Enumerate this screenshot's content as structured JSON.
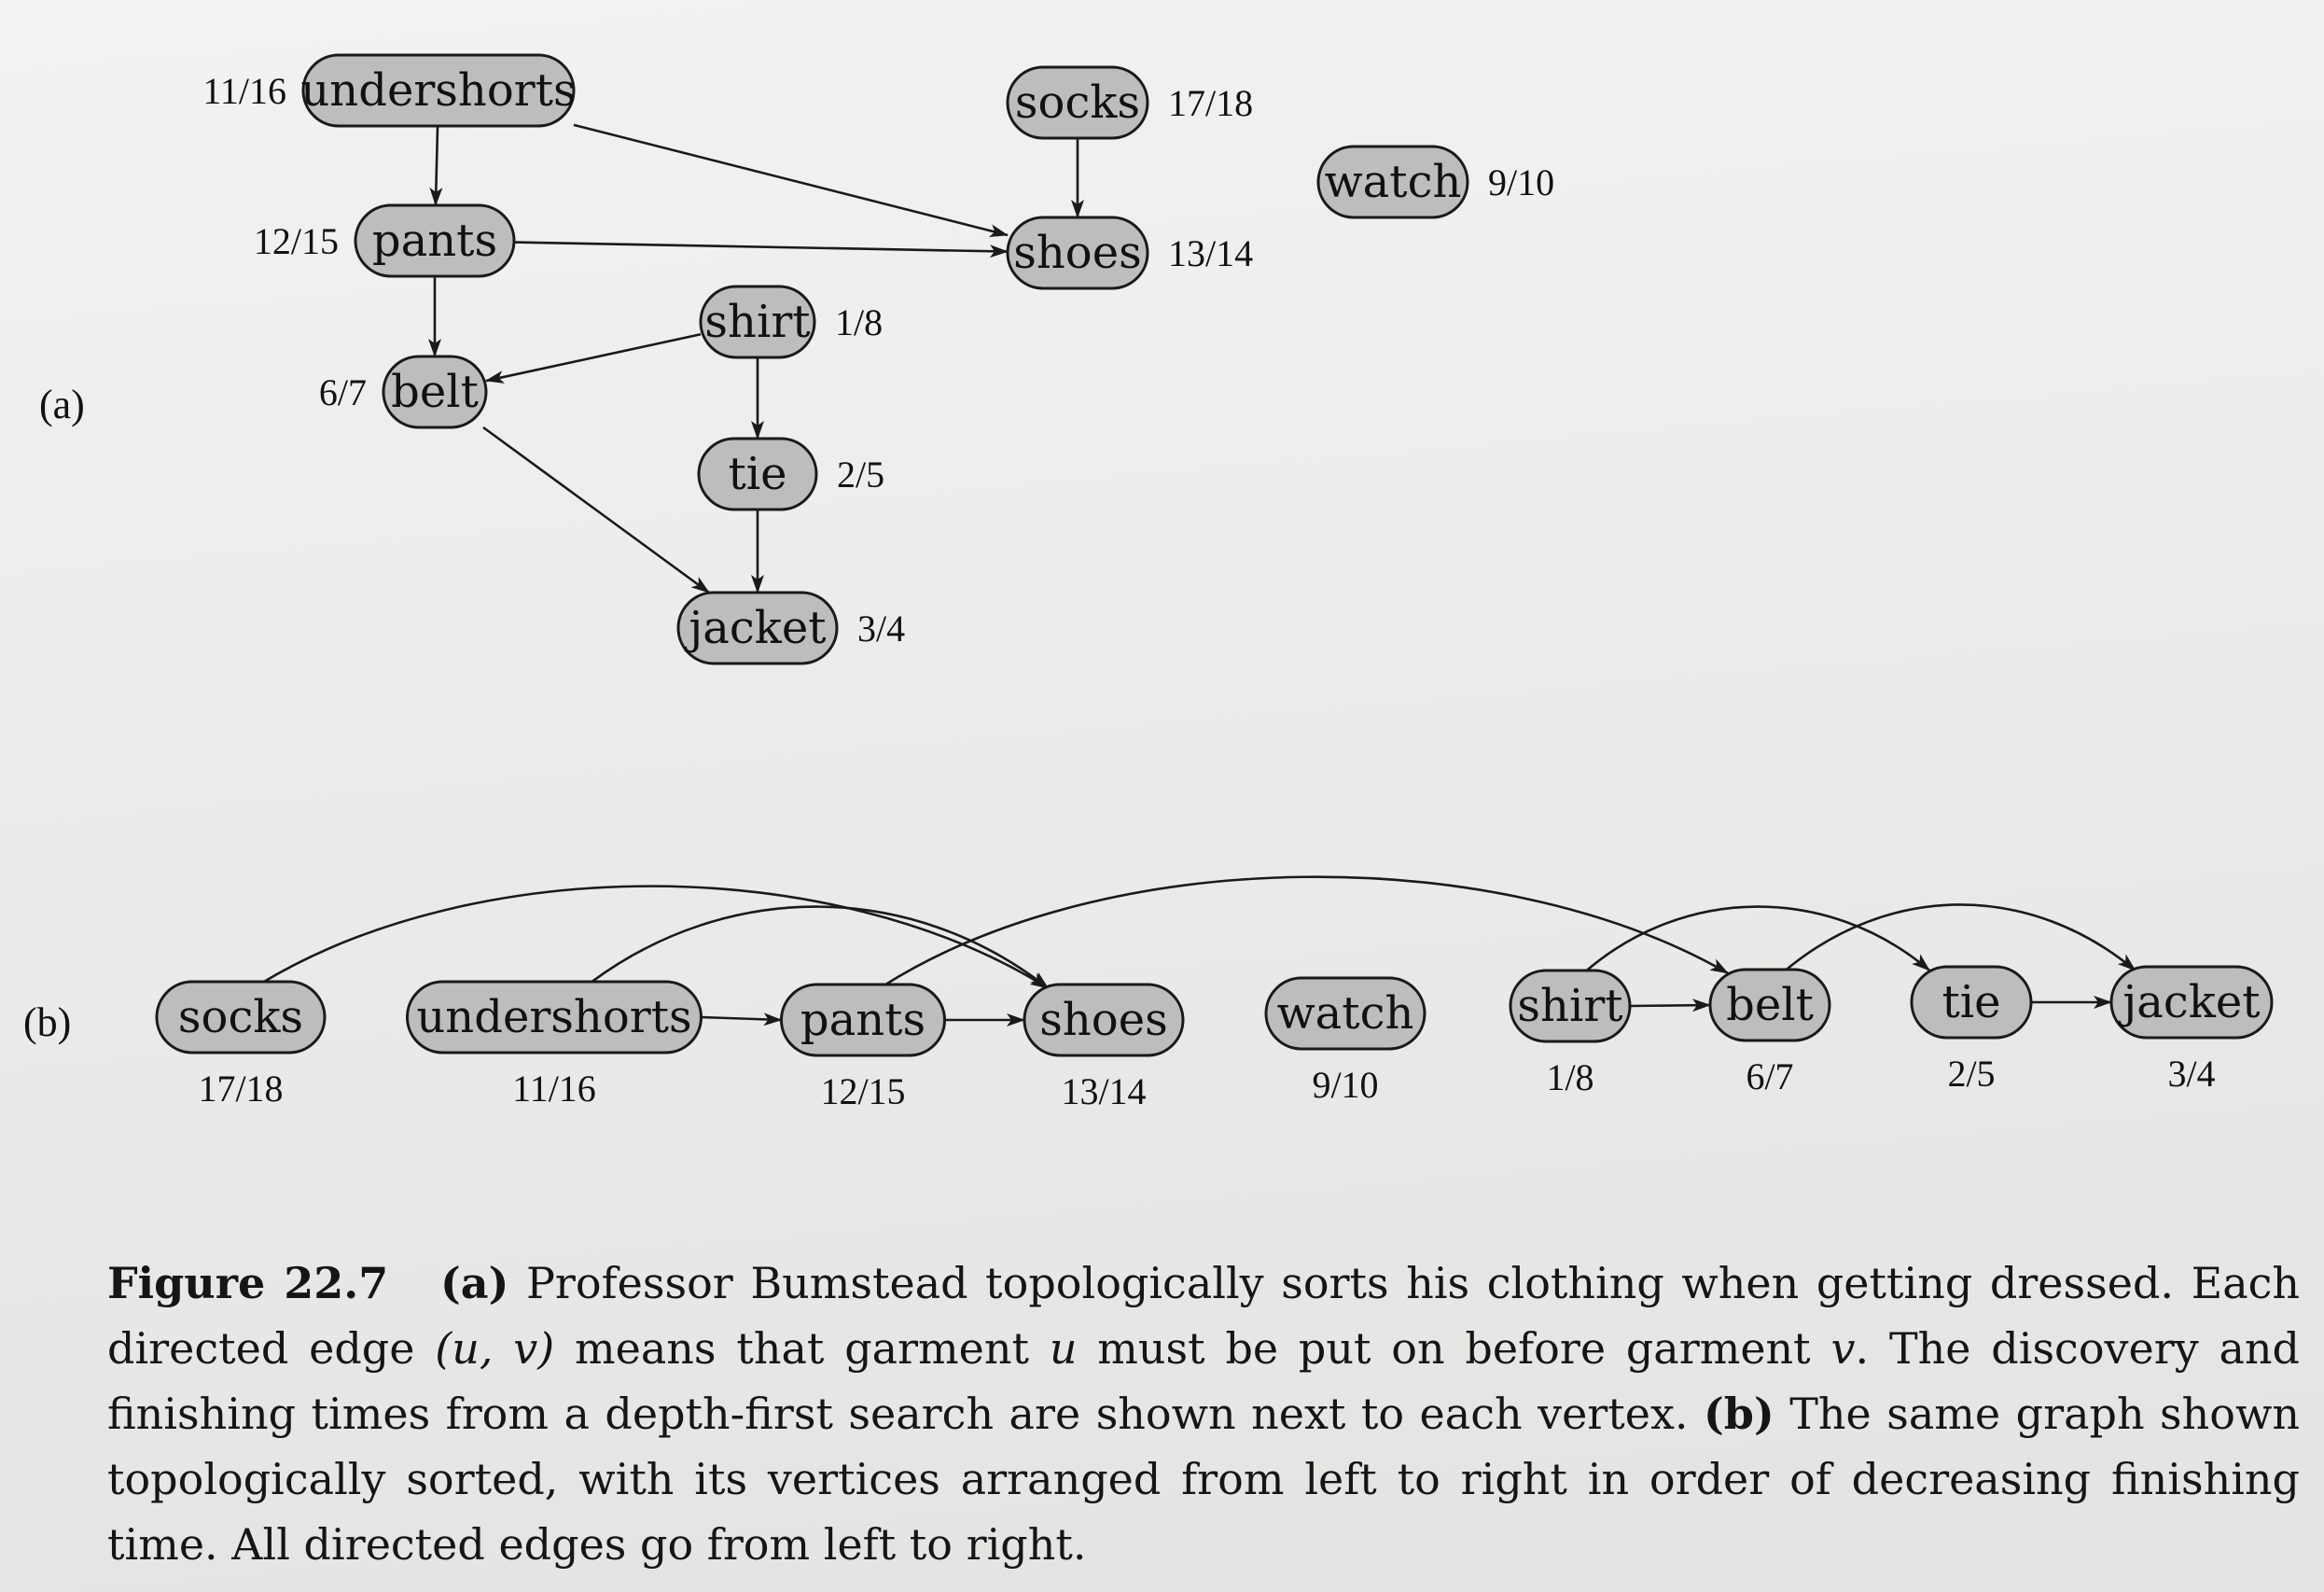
{
  "figure": {
    "panel_a_label": "(a)",
    "panel_b_label": "(b)",
    "nodes": [
      {
        "id": "undershorts",
        "label": "undershorts",
        "times": "11/16"
      },
      {
        "id": "socks",
        "label": "socks",
        "times": "17/18"
      },
      {
        "id": "watch",
        "label": "watch",
        "times": "9/10"
      },
      {
        "id": "pants",
        "label": "pants",
        "times": "12/15"
      },
      {
        "id": "shoes",
        "label": "shoes",
        "times": "13/14"
      },
      {
        "id": "shirt",
        "label": "shirt",
        "times": "1/8"
      },
      {
        "id": "belt",
        "label": "belt",
        "times": "6/7"
      },
      {
        "id": "tie",
        "label": "tie",
        "times": "2/5"
      },
      {
        "id": "jacket",
        "label": "jacket",
        "times": "3/4"
      }
    ],
    "edges": [
      {
        "from": "undershorts",
        "to": "pants"
      },
      {
        "from": "undershorts",
        "to": "shoes"
      },
      {
        "from": "socks",
        "to": "shoes"
      },
      {
        "from": "pants",
        "to": "shoes"
      },
      {
        "from": "pants",
        "to": "belt"
      },
      {
        "from": "shirt",
        "to": "belt"
      },
      {
        "from": "shirt",
        "to": "tie"
      },
      {
        "from": "belt",
        "to": "jacket"
      },
      {
        "from": "tie",
        "to": "jacket"
      }
    ],
    "sorted_order": [
      "socks",
      "undershorts",
      "pants",
      "shoes",
      "watch",
      "shirt",
      "belt",
      "tie",
      "jacket"
    ]
  },
  "caption": {
    "figure_number": "Figure 22.7",
    "part_a_marker": "(a)",
    "text_1": " Professor Bumstead topologically sorts his clothing when getting dressed. Each directed edge ",
    "edge_notation": "(u, v)",
    "text_2": " means that garment ",
    "var_u": "u",
    "text_3": " must be put on before garment ",
    "var_v": "v",
    "text_4": ". The discovery and finishing times from a depth-first search are shown next to each vertex. ",
    "part_b_marker": "(b)",
    "text_5": " The same graph shown topologically sorted, with its vertices arranged from left to right in order of decreasing finishing time. All directed edges go from left to right."
  }
}
